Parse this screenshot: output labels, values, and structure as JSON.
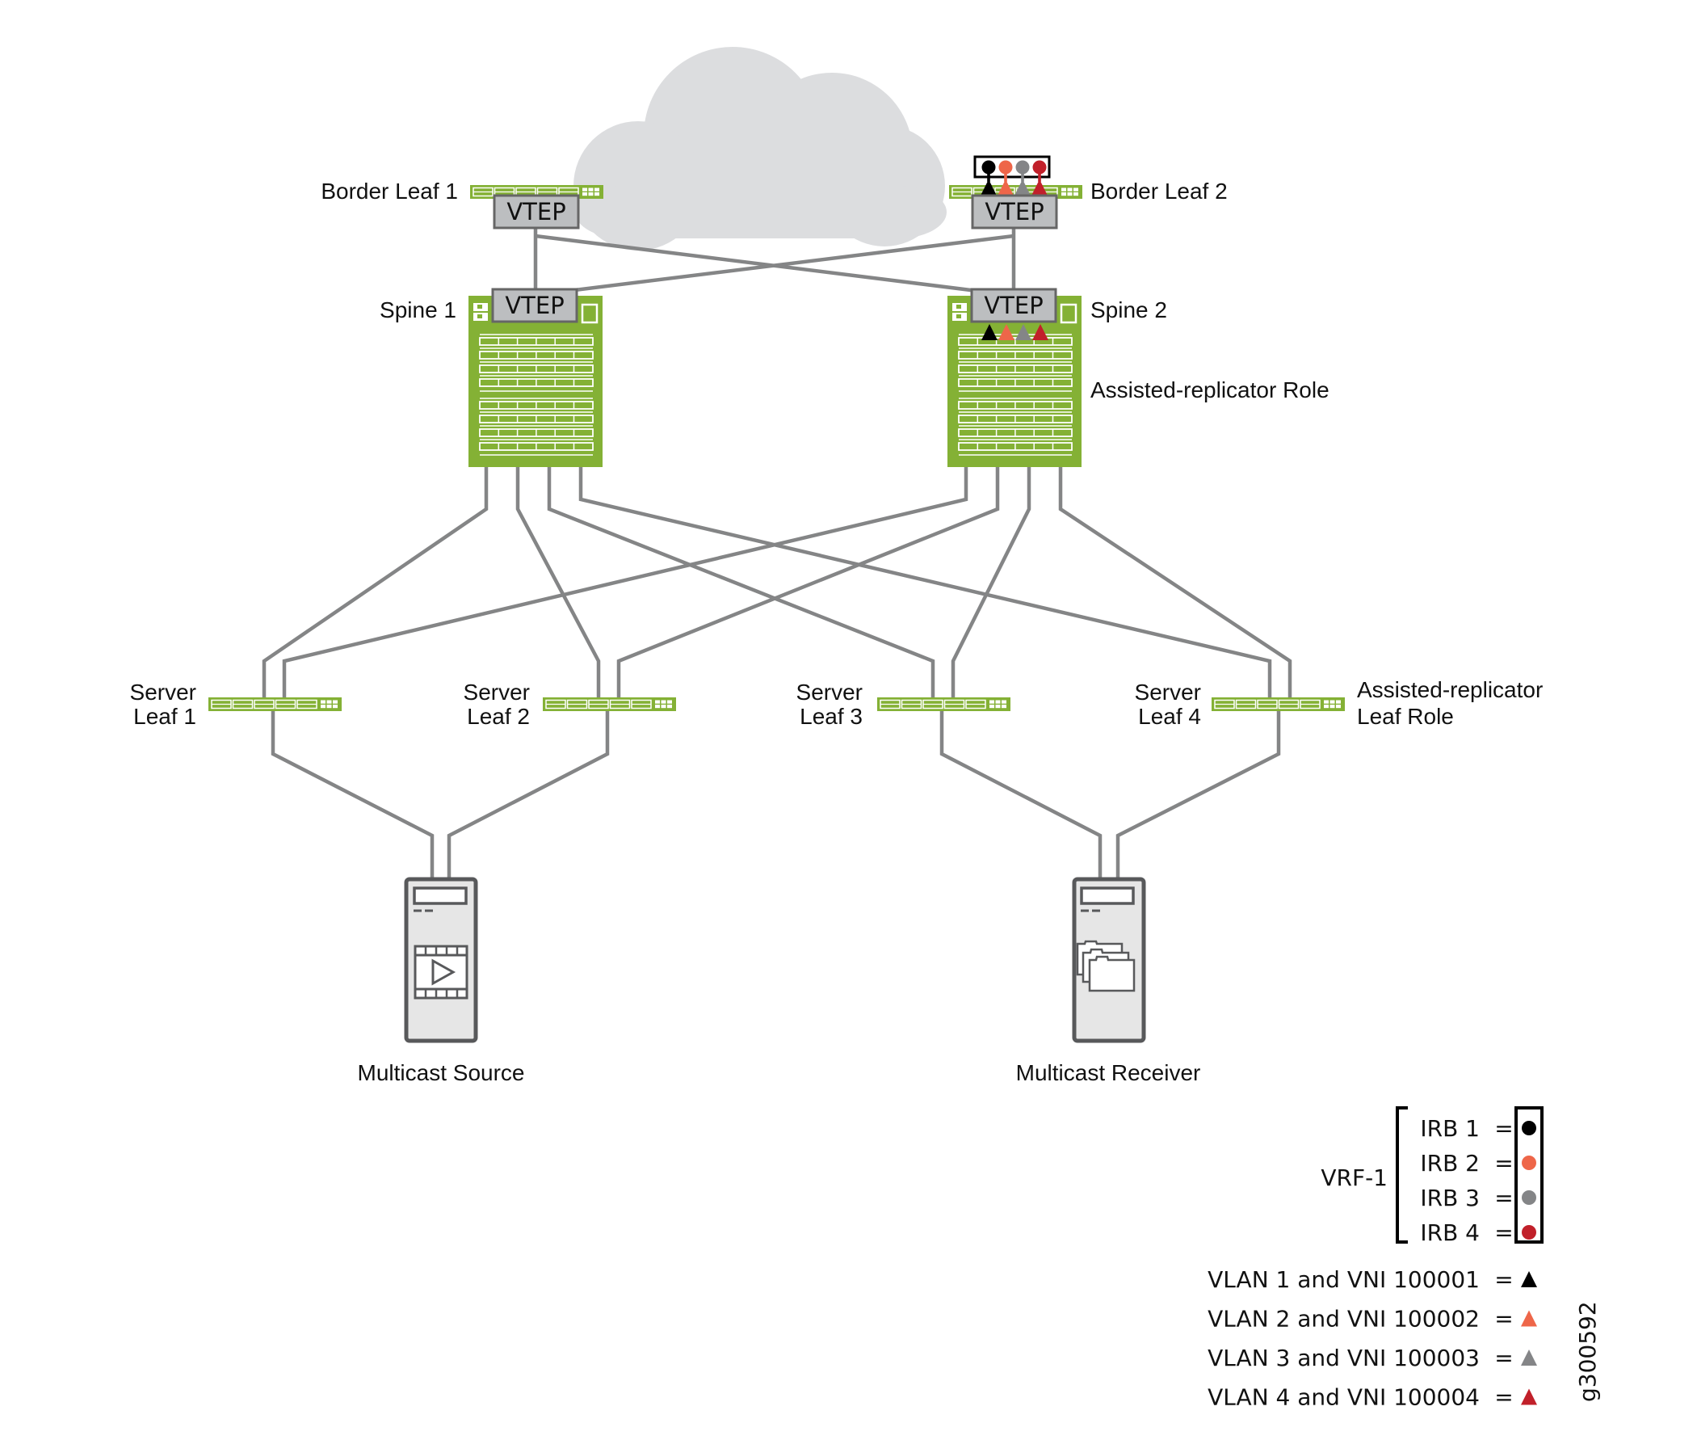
{
  "cloud": {
    "name": "evpn-fabric-cloud",
    "color": "#dcdddf"
  },
  "colors": {
    "switch_green": "#84b135",
    "vtep_fill": "#bcbec0",
    "vtep_stroke": "#666666",
    "link": "#848586",
    "server_fill": "#e6e6e6",
    "server_stroke": "#58595b"
  },
  "border_leaves": [
    {
      "id": "border-leaf-1",
      "label": "Border Leaf 1",
      "vtep": "VTEP"
    },
    {
      "id": "border-leaf-2",
      "label": "Border Leaf 2",
      "vtep": "VTEP"
    }
  ],
  "spines": [
    {
      "id": "spine-1",
      "label": "Spine 1",
      "vtep": "VTEP"
    },
    {
      "id": "spine-2",
      "label": "Spine 2",
      "vtep": "VTEP",
      "role": "Assisted-replicator Role"
    }
  ],
  "server_leaves": [
    {
      "id": "server-leaf-1",
      "label_line1": "Server",
      "label_line2": "Leaf 1"
    },
    {
      "id": "server-leaf-2",
      "label_line1": "Server",
      "label_line2": "Leaf 2"
    },
    {
      "id": "server-leaf-3",
      "label_line1": "Server",
      "label_line2": "Leaf 3"
    },
    {
      "id": "server-leaf-4",
      "label_line1": "Server",
      "label_line2": "Leaf 4",
      "role_line1": "Assisted-replicator",
      "role_line2": "Leaf Role"
    }
  ],
  "hosts": [
    {
      "id": "multicast-source",
      "label": "Multicast Source",
      "icon": "video-play-icon"
    },
    {
      "id": "multicast-receiver",
      "label": "Multicast Receiver",
      "icon": "folders-icon"
    }
  ],
  "legend": {
    "vrf_label": "VRF-1",
    "irbs": [
      {
        "label": "IRB 1",
        "eq": "=",
        "color": "#000000"
      },
      {
        "label": "IRB 2",
        "eq": "=",
        "color": "#ee6649"
      },
      {
        "label": "IRB 3",
        "eq": "=",
        "color": "#848587"
      },
      {
        "label": "IRB 4",
        "eq": "=",
        "color": "#c1202a"
      }
    ],
    "vlans": [
      {
        "label": "VLAN 1 and VNI 100001",
        "eq": "=",
        "color": "#000000"
      },
      {
        "label": "VLAN 2 and VNI 100002",
        "eq": "=",
        "color": "#ee6649"
      },
      {
        "label": "VLAN 3 and VNI 100003",
        "eq": "=",
        "color": "#848587"
      },
      {
        "label": "VLAN 4 and VNI 100004",
        "eq": "=",
        "color": "#c1202a"
      }
    ]
  },
  "figure_id": "g300592"
}
